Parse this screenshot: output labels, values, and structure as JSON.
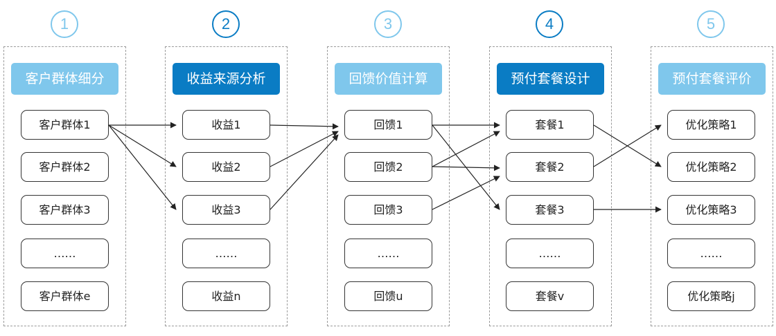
{
  "colors": {
    "light": "#7fc7ec",
    "dark": "#0a7cc4",
    "line": "#222222"
  },
  "columns": [
    {
      "num": "1",
      "title": "客户群体细分",
      "items": [
        "客户群体1",
        "客户群体2",
        "客户群体3",
        "……",
        "客户群体e"
      ]
    },
    {
      "num": "2",
      "title": "收益来源分析",
      "items": [
        "收益1",
        "收益2",
        "收益3",
        "……",
        "收益n"
      ]
    },
    {
      "num": "3",
      "title": "回馈价值计算",
      "items": [
        "回馈1",
        "回馈2",
        "回馈3",
        "……",
        "回馈u"
      ]
    },
    {
      "num": "4",
      "title": "预付套餐设计",
      "items": [
        "套餐1",
        "套餐2",
        "套餐3",
        "……",
        "套餐v"
      ]
    },
    {
      "num": "5",
      "title": "预付套餐评价",
      "items": [
        "优化策略1",
        "优化策略2",
        "优化策略3",
        "……",
        "优化策略j"
      ]
    }
  ]
}
